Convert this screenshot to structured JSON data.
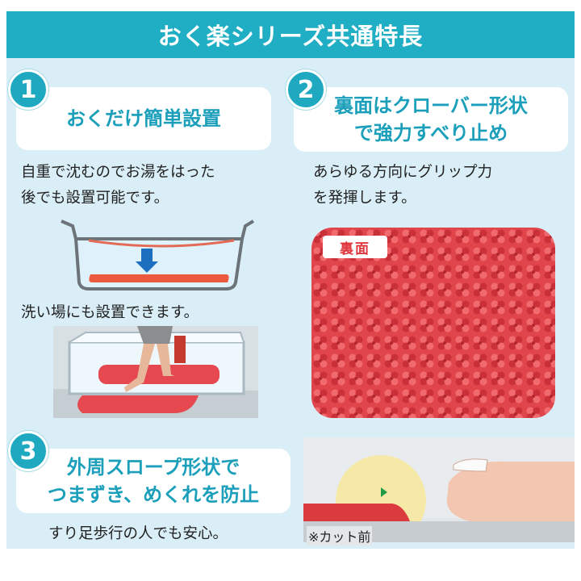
{
  "header": {
    "title": "おく楽シリーズ共通特長"
  },
  "features": [
    {
      "number": "1",
      "title": "おくだけ簡単設置",
      "description_line1": "自重で沈むのでお湯をはった",
      "description_line2": "後でも設置可能です。",
      "caption": "洗い場にも設置できます。"
    },
    {
      "number": "2",
      "title_line1": "裏面はクローバー形状",
      "title_line2": "で強力すべり止め",
      "description_line1": "あらゆる方向にグリップ力",
      "description_line2": "を発揮します。",
      "image_tag": "裏面"
    },
    {
      "number": "3",
      "title_line1": "外周スロープ形状で",
      "title_line2": "つまずき、めくれを防止",
      "description": "すり足歩行の人でも安心。",
      "note": "※カット前"
    }
  ],
  "colors": {
    "accent": "#20aec4",
    "panel": "#d9eef6",
    "mat_red": "#e5484f",
    "heading_text": "#1b9fba"
  }
}
